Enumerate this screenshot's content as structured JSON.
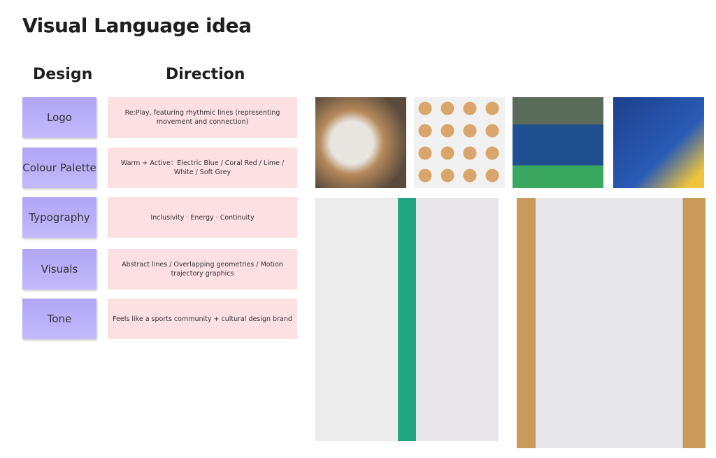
{
  "title": "Visual Language idea",
  "headers": {
    "design": "Design",
    "direction": "Direction"
  },
  "rows": [
    {
      "label": "Logo",
      "text": "Re:Play, featuring rhythmic lines (representing movement and connection)"
    },
    {
      "label": "Colour Palette",
      "text": "Warm + Active：Electric Blue / Coral Red / Lime / White / Soft Grey"
    },
    {
      "label": "Typography",
      "text": "Inclusivity · Energy · Continuity"
    },
    {
      "label": "Visuals",
      "text": "Abstract lines / Overlapping geometries / Motion trajectory graphics"
    },
    {
      "label": "Tone",
      "text": "Feels like a sports community + cultural design brand"
    }
  ]
}
